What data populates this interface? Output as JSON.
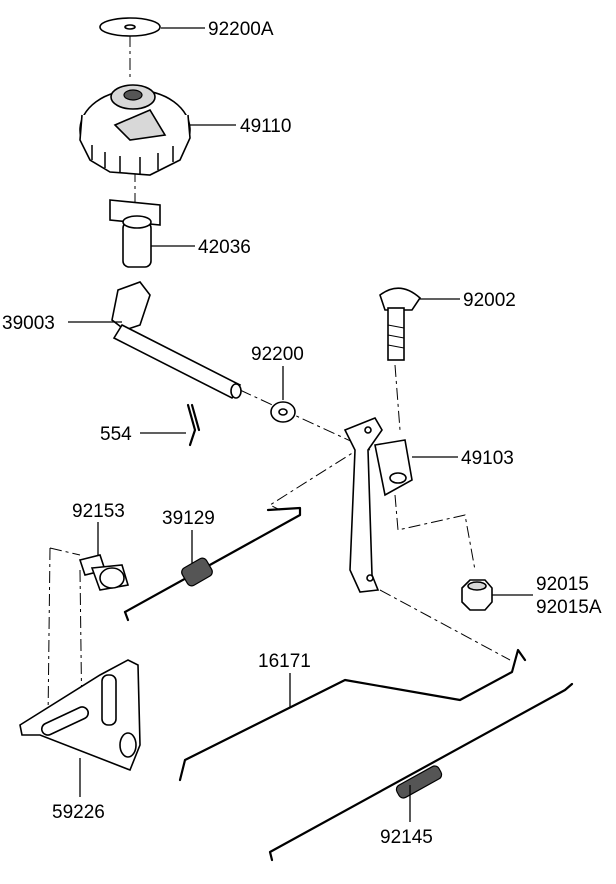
{
  "diagram": {
    "parts": [
      {
        "id": "92200A"
      },
      {
        "id": "49110"
      },
      {
        "id": "42036"
      },
      {
        "id": "39003"
      },
      {
        "id": "92002"
      },
      {
        "id": "92200"
      },
      {
        "id": "554"
      },
      {
        "id": "49103"
      },
      {
        "id": "92153"
      },
      {
        "id": "39129"
      },
      {
        "id": "92015"
      },
      {
        "id": "92015A"
      },
      {
        "id": "16171"
      },
      {
        "id": "59226"
      },
      {
        "id": "92145"
      }
    ]
  }
}
